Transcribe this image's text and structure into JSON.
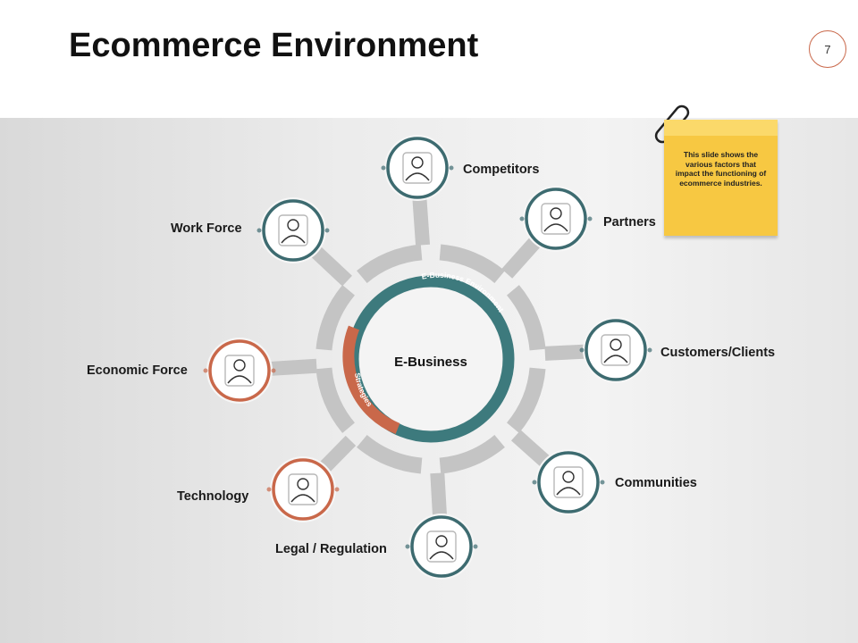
{
  "title": "Ecommerce Environment",
  "page_number": "7",
  "center": {
    "label": "E-Business",
    "outer_arc_label": "E-Business Environment",
    "inner_arc_label": "Strategies"
  },
  "nodes": [
    {
      "label": "Competitors",
      "icon": "handshake-icon",
      "color": "#3d6b70"
    },
    {
      "label": "Partners",
      "icon": "business-partners-icon",
      "color": "#3d6b70"
    },
    {
      "label": "Customers/Clients",
      "icon": "customers-target-icon",
      "color": "#3d6b70"
    },
    {
      "label": "Communities",
      "icon": "community-group-icon",
      "color": "#3d6b70"
    },
    {
      "label": "Legal / Regulation",
      "icon": "gavel-icon",
      "color": "#3d6b70"
    },
    {
      "label": "Technology",
      "icon": "lightbulb-circuit-icon",
      "color": "#c9684a"
    },
    {
      "label": "Economic Force",
      "icon": "hand-plant-icon",
      "color": "#c9684a"
    },
    {
      "label": "Work Force",
      "icon": "worker-laptop-icon",
      "color": "#3d6b70"
    }
  ],
  "note": {
    "text": "This slide shows the various factors that impact the functioning of ecommerce industries.",
    "icon": "paperclip-icon"
  },
  "colors": {
    "teal": "#3d7a7d",
    "orange": "#c9684a",
    "note": "#f7c842",
    "gray_ring": "#bdbdbd"
  }
}
